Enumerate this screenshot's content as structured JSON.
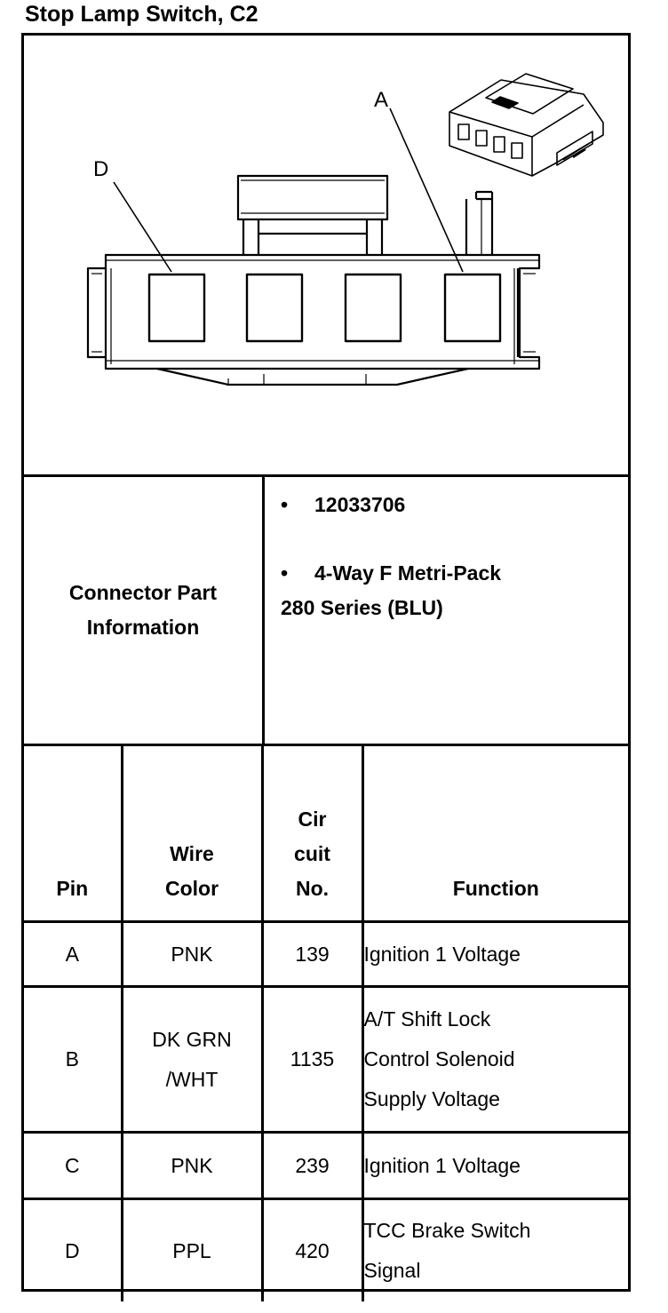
{
  "title": "Stop Lamp Switch, C2",
  "figure": {
    "callout_left": "D",
    "callout_right": "A"
  },
  "connector_info": {
    "label_line1": "Connector Part",
    "label_line2": "Information",
    "bullet": "•",
    "part_number": "12033706",
    "description_line1": "4-Way F Metri-Pack",
    "description_line2": "280 Series (BLU)"
  },
  "table": {
    "headers": {
      "pin": "Pin",
      "wire_color_1": "Wire",
      "wire_color_2": "Color",
      "circuit_1": "Cir",
      "circuit_2": "cuit",
      "circuit_3": "No.",
      "function": "Function"
    },
    "rows": [
      {
        "pin": "A",
        "wire": [
          "PNK"
        ],
        "circuit": "139",
        "function": [
          "Ignition 1 Voltage"
        ]
      },
      {
        "pin": "B",
        "wire": [
          "DK GRN",
          "/WHT"
        ],
        "circuit": "1135",
        "function": [
          "A/T Shift Lock",
          "Control Solenoid",
          "Supply Voltage"
        ]
      },
      {
        "pin": "C",
        "wire": [
          "PNK"
        ],
        "circuit": "239",
        "function": [
          "Ignition 1 Voltage"
        ]
      },
      {
        "pin": "D",
        "wire": [
          "PPL"
        ],
        "circuit": "420",
        "function": [
          "TCC Brake Switch",
          "Signal"
        ]
      }
    ]
  }
}
